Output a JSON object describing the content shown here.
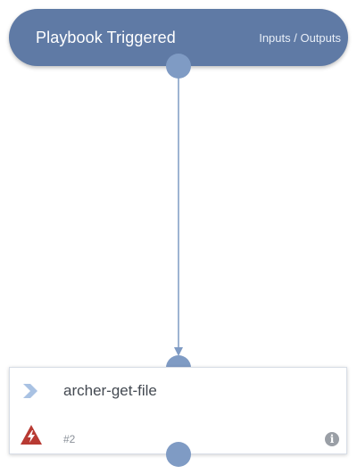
{
  "trigger": {
    "title": "Playbook Triggered",
    "io_link": "Inputs / Outputs"
  },
  "task": {
    "name": "archer-get-file",
    "id_label": "#2",
    "info_glyph": "i"
  },
  "icons": {
    "task_type": "chevron-right-icon",
    "status": "warning-icon",
    "info": "info-icon"
  },
  "colors": {
    "trigger_bg": "#5f7aa5",
    "port": "#7f9bc4",
    "connector": "#7f9bc4",
    "chevron": "#a9c2e3",
    "warning": "#b83a33"
  }
}
